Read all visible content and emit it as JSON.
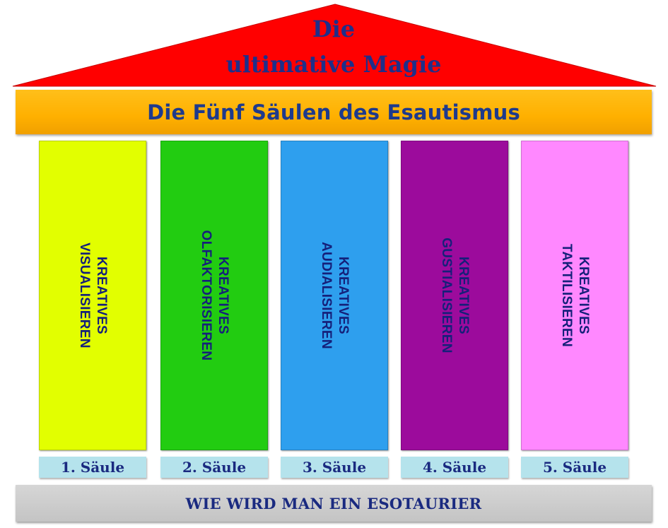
{
  "roof": {
    "line1": "Die",
    "line2": "ultimative Magie",
    "color": "#ff0000"
  },
  "banner": {
    "title": "Die Fünf Säulen des Esautismus",
    "color": "#ffb400"
  },
  "columns": [
    {
      "label_line1": "KREATIVES",
      "label_line2": "VISUALISIEREN",
      "tag": "1. Säule",
      "color": "#e2ff00"
    },
    {
      "label_line1": "KREATIVES",
      "label_line2": "OLFAKTORISIEREN",
      "tag": "2. Säule",
      "color": "#22cc11"
    },
    {
      "label_line1": "KREATIVES",
      "label_line2": "AUDIALISIEREN",
      "tag": "3. Säule",
      "color": "#2e9fee"
    },
    {
      "label_line1": "KREATIVES",
      "label_line2": "GUSTIALISIEREN",
      "tag": "4. Säule",
      "color": "#9c0b9c"
    },
    {
      "label_line1": "KREATIVES",
      "label_line2": "TAKTILISIEREN",
      "tag": "5. Säule",
      "color": "#ff88ff"
    }
  ],
  "base": {
    "title": "WIE WIRD MAN EIN ESOTAURIER",
    "color": "#cccccc"
  }
}
